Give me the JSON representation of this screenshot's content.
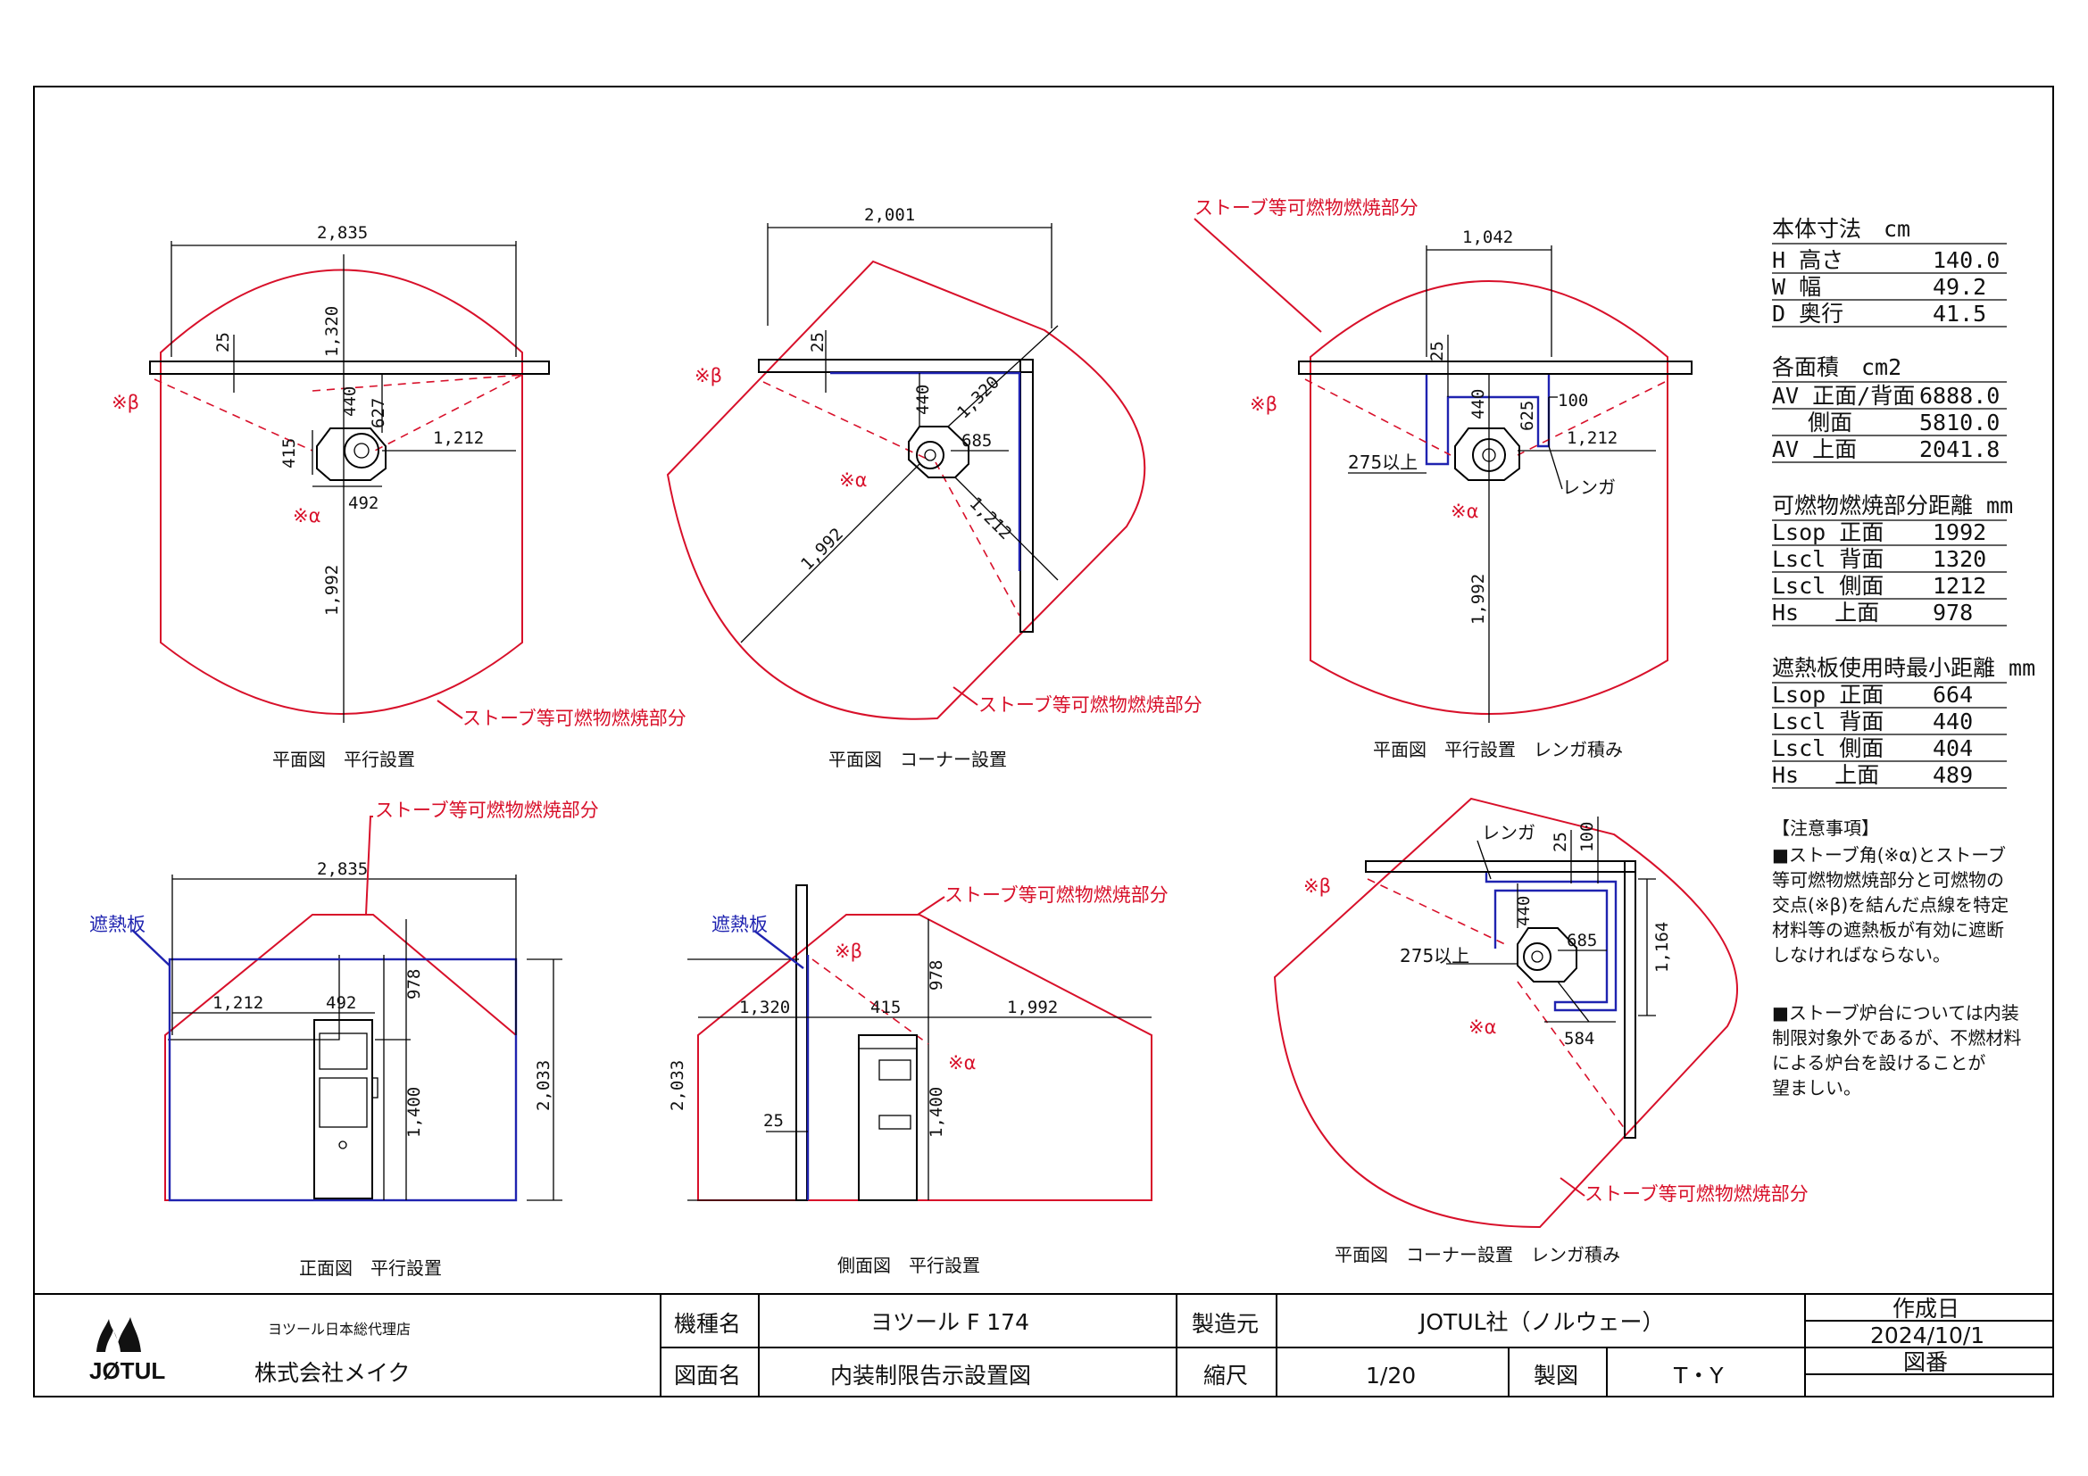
{
  "combustible_label": "ストーブ等可燃物燃焼部分",
  "heat_shield_label": "遮熱板",
  "brick_label": "レンガ",
  "alpha_mark": "※α",
  "beta_mark": "※β",
  "min_label": "275以上",
  "views": {
    "plan_parallel": {
      "caption": "平面図　平行設置",
      "dims": {
        "width": "2,835",
        "back": "1,320",
        "gap": "25",
        "d440": "440",
        "d627": "627",
        "side": "1,212",
        "d415": "415",
        "d492": "492",
        "front": "1,992"
      }
    },
    "plan_corner": {
      "caption": "平面図　コーナー設置",
      "dims": {
        "width": "2,001",
        "gap": "25",
        "d440": "440",
        "back": "1,320",
        "d685": "685",
        "side": "1,212",
        "front": "1,992"
      }
    },
    "plan_brick": {
      "caption": "平面図　平行設置　レンガ積み",
      "dims": {
        "width": "1,042",
        "gap": "25",
        "d440": "440",
        "d625": "625",
        "d100": "100",
        "side": "1,212",
        "front": "1,992"
      }
    },
    "plan_corner_brick": {
      "caption": "平面図　コーナー設置　レンガ積み",
      "dims": {
        "gap": "25",
        "d100": "100",
        "d440": "440",
        "d685": "685",
        "d1164": "1,164",
        "d584": "584"
      }
    },
    "front": {
      "caption": "正面図　平行設置",
      "dims": {
        "width": "2,835",
        "side": "1,212",
        "d492": "492",
        "d978": "978",
        "d1400": "1,400",
        "height": "2,033"
      }
    },
    "side": {
      "caption": "側面図　平行設置",
      "dims": {
        "back": "1,320",
        "d415": "415",
        "front": "1,992",
        "d978": "978",
        "height": "2,033",
        "gap": "25",
        "d1400": "1,400"
      }
    }
  },
  "specs": {
    "body": {
      "title": "本体寸法　cm",
      "rows": [
        [
          "H 高さ",
          "140.0"
        ],
        [
          "W 幅",
          "49.2"
        ],
        [
          "D 奥行",
          "41.5"
        ]
      ]
    },
    "area": {
      "title": "各面積　cm2",
      "rows": [
        [
          "AV 正面/背面",
          "6888.0"
        ],
        [
          "　 側面",
          "5810.0"
        ],
        [
          "AV 上面",
          "2041.8"
        ]
      ]
    },
    "distance": {
      "title": "可燃物燃焼部分距離 mm",
      "rows": [
        [
          "Lsop 正面",
          "1992"
        ],
        [
          "Lscl 背面",
          "1320"
        ],
        [
          "Lscl 側面",
          "1212"
        ],
        [
          "Hs　 上面",
          "978"
        ]
      ]
    },
    "shield": {
      "title": "遮熱板使用時最小距離 mm",
      "rows": [
        [
          "Lsop 正面",
          "664"
        ],
        [
          "Lscl 背面",
          "440"
        ],
        [
          "Lscl 側面",
          "404"
        ],
        [
          "Hs　 上面",
          "489"
        ]
      ]
    }
  },
  "notes": {
    "title": "【注意事項】",
    "p1": [
      "■ストーブ角(※α)とストーブ",
      "等可燃物燃焼部分と可燃物の",
      "交点(※β)を結んだ点線を特定",
      "材料等の遮熱板が有効に遮断",
      "しなければならない。"
    ],
    "p2": [
      "■ストーブ炉台については内装",
      "制限対象外であるが、不燃材料",
      "による炉台を設けることが",
      "望ましい。"
    ]
  },
  "title_block": {
    "logo": "JØTUL",
    "agent_caption": "ヨツール日本総代理店",
    "company": "株式会社メイク",
    "model_label": "機種名",
    "model": "ヨツール F 174",
    "maker_label": "製造元",
    "maker": "JOTUL社（ノルウェー）",
    "date_label": "作成日",
    "date": "2024/10/1",
    "drawing_label": "図面名",
    "drawing": "内装制限告示設置図",
    "scale_label": "縮尺",
    "scale": "1/20",
    "drafter_label": "製図",
    "drafter": "T・Y",
    "number_label": "図番"
  }
}
